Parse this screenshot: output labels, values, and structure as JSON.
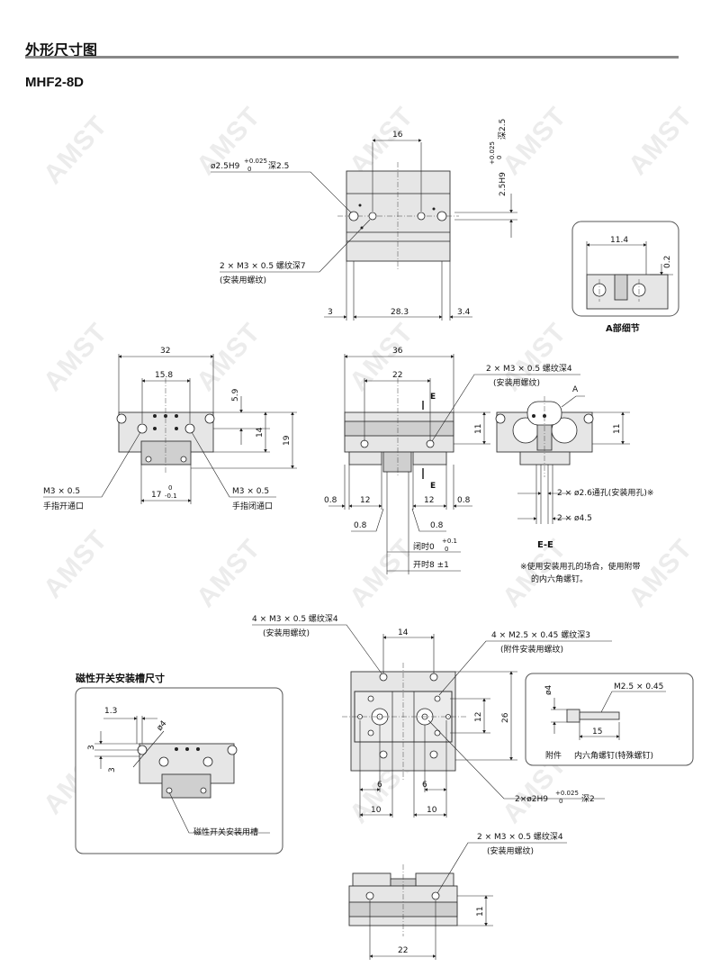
{
  "header": {
    "title": "外形尺寸图",
    "model": "MHF2-8D"
  },
  "watermark": "AMST",
  "top_view": {
    "dim_16": "16",
    "dim_25": "2.5H9",
    "dim_25_tol_top": "+0.025",
    "dim_25_tol_bot": "0",
    "dim_25_depth": "深2.5",
    "hole_note": "ø2.5H9",
    "hole_tol_top": "+0.025",
    "hole_tol_bot": "0",
    "hole_depth": "深2.5",
    "thread_note": "2 × M3 × 0.5 螺纹深7",
    "thread_sub": "(安装用螺纹)",
    "dim_3": "3",
    "dim_283": "28.3",
    "dim_34": "3.4"
  },
  "detail_a": {
    "dim_114": "11.4",
    "dim_02": "0.2",
    "caption": "A部细节"
  },
  "side_view": {
    "dim_32": "32",
    "dim_158": "15.8",
    "dim_59": "5.9",
    "dim_14": "14",
    "dim_19": "19",
    "left_note": "M3 × 0.5",
    "left_sub": "手指开通口",
    "right_note": "M3 × 0.5",
    "right_sub": "手指闭通口",
    "dim_17": "17",
    "dim_17_tol_top": "0",
    "dim_17_tol_bot": "-0.1"
  },
  "front_view": {
    "dim_36": "36",
    "dim_22": "22",
    "label_e": "E",
    "dim_11": "11",
    "thread_note": "2 × M3 × 0.5 螺纹深4",
    "thread_sub": "(安装用螺纹)",
    "label_a": "A",
    "dim_08": "0.8",
    "dim_12": "12",
    "closed": "闭时0",
    "closed_tol_top": "+0.1",
    "closed_tol_bot": "0",
    "open": "开时8 ±1"
  },
  "ee_view": {
    "dim_11": "11",
    "hole_note": "2 × ø2.6通孔(安装用孔)※",
    "dim_45": "2 × ø4.5",
    "caption": "E-E",
    "note_1": "※使用安装用孔的场合，使用附带",
    "note_2": "的内六角螺钉。"
  },
  "bottom_view": {
    "thread_note": "4 × M3 × 0.5 螺纹深4",
    "thread_sub": "(安装用螺纹)",
    "thread2_note": "4 × M2.5 × 0.45 螺纹深3",
    "thread2_sub": "(附件安装用螺纹)",
    "dim_14": "14",
    "dim_12": "12",
    "dim_26": "26",
    "dim_6": "6",
    "dim_10": "10",
    "pin_note": "2×ø2H9",
    "pin_tol_top": "+0.025",
    "pin_tol_bot": "0",
    "pin_depth": "深2"
  },
  "switch_groove": {
    "title": "磁性开关安装槽尺寸",
    "dim_13": "1.3",
    "dim_4": "ø4",
    "dim_3": "3",
    "caption": "磁性开关安装用槽"
  },
  "accessory": {
    "dim_4": "ø4",
    "thread": "M2.5 × 0.45",
    "dim_15": "15",
    "label": "附件",
    "name": "内六角螺钉(特殊螺钉)"
  },
  "end_view": {
    "thread_note": "2 × M3 × 0.5 螺纹深4",
    "thread_sub": "(安装用螺纹)",
    "dim_11": "11",
    "dim_22": "22"
  }
}
